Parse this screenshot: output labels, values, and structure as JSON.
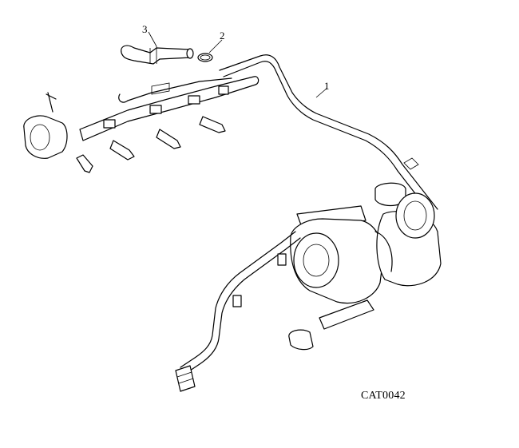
{
  "callouts": [
    {
      "label": "1"
    },
    {
      "label": "2"
    },
    {
      "label": "3"
    }
  ],
  "catalog_code": "CAT0042"
}
